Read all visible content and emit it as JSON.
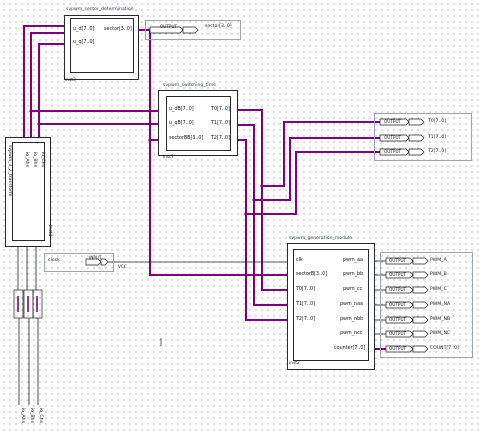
{
  "blocks": {
    "sector": {
      "title": "svpwm_sector_determination",
      "instance": "inst3",
      "inputs": [
        "u_d[7..0]",
        "u_q[7..0]"
      ],
      "outputs": [
        "sector[3..0]"
      ]
    },
    "switching": {
      "title": "svpwm_switching_time",
      "instance": "inst7",
      "inputs": [
        "u_dB[7..0]",
        "u_qB[7..0]",
        "sectorBB[3..0]"
      ],
      "outputs": [
        "T0[7..0]",
        "T1[7..0]",
        "T2[7..0]"
      ]
    },
    "generation": {
      "title": "svpwm_generation_module",
      "instance": "inst2",
      "inputs": [
        "clk",
        "sectorB[3..0]",
        "T0[7..0]",
        "T1[7..0]",
        "T2[7..0]"
      ],
      "outputs": [
        "pwm_aa",
        "pwm_bb",
        "pwm_cc",
        "pwm_naa",
        "pwm_nbb",
        "pwm_ncc",
        "counter[7..0]"
      ]
    },
    "clarke": {
      "title": "svpwm_3_2_transform",
      "instance": "inst4",
      "pins": [
        "io_Ahn",
        "io_Bhn",
        "io_Chn"
      ]
    }
  },
  "io": {
    "input_tag": "INPUT",
    "input_sub": "VCC",
    "output_tag": "OUTPUT",
    "clock": "clock",
    "sector_out": "sector[3..0]",
    "t_outputs": [
      "T0[7..0]",
      "T1[7..0]",
      "T2[7..0]"
    ],
    "pwm_outputs": [
      "PWM_A",
      "PWM_B",
      "PWM_C",
      "PWM_NA",
      "PWM_NB",
      "PWM_NC",
      "COUNT[7..0]"
    ]
  },
  "bottom_labels": [
    "io_Ahn",
    "io_Bhn",
    "io_Chn"
  ],
  "colors": {
    "bus": "#800080",
    "wire": "#1e1e1e",
    "block_border": "#2a2a2a",
    "grid_dot": "#8a8a8a"
  }
}
